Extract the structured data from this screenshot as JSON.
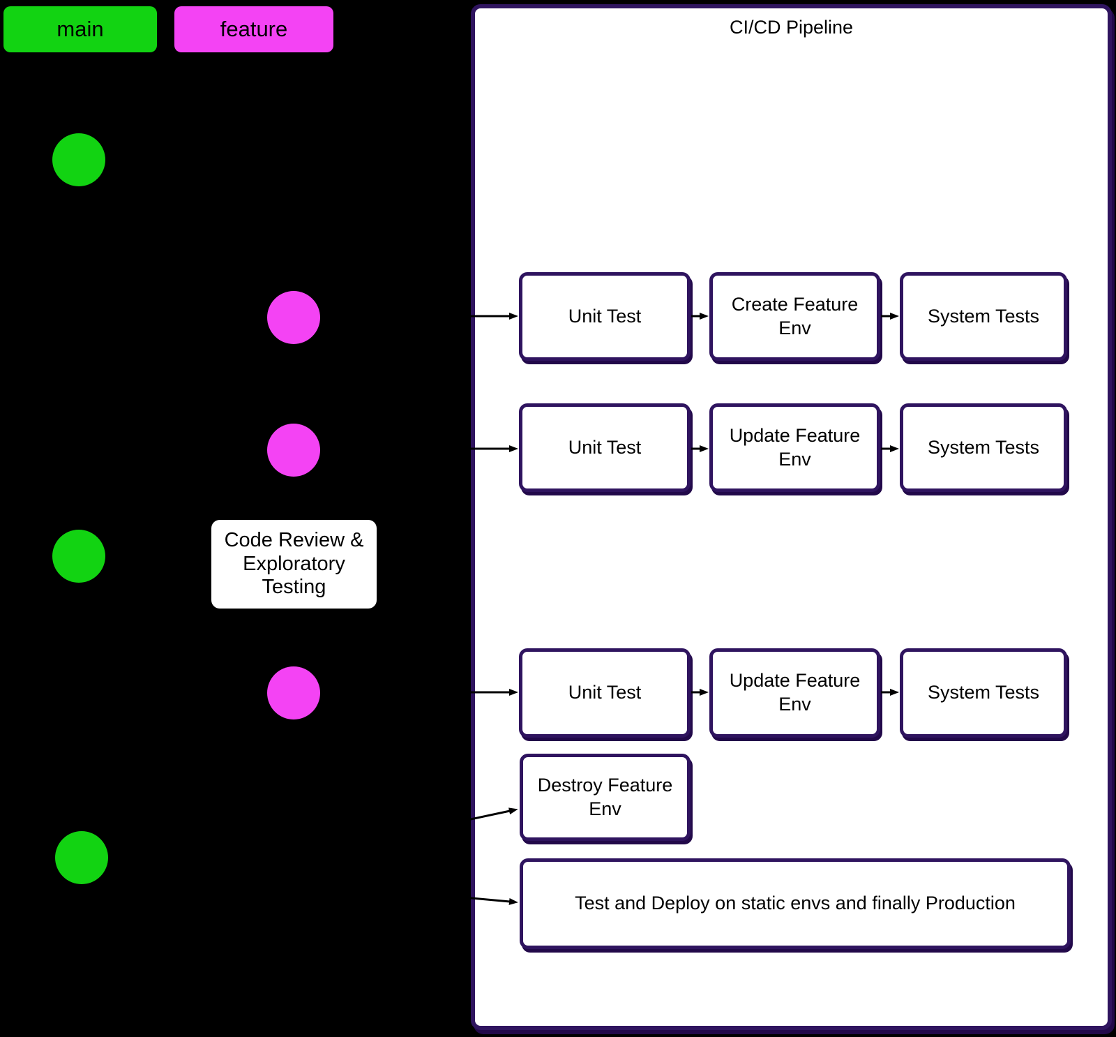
{
  "diagram": {
    "background_color": "#000000",
    "legend": {
      "main_label": "main",
      "feature_label": "feature"
    },
    "branches": {
      "main_color": "#12d312",
      "feature_color": "#f443f4",
      "main_commit_count": 3,
      "feature_commit_count": 3
    },
    "annotation": {
      "text": "Code Review & Exploratory Testing"
    },
    "pipeline": {
      "title": "CI/CD Pipeline",
      "border_color": "#2f145f",
      "runs": [
        {
          "steps": [
            "Unit Test",
            "Create Feature Env",
            "System Tests"
          ]
        },
        {
          "steps": [
            "Unit Test",
            "Update Feature Env",
            "System Tests"
          ]
        },
        {
          "steps": [
            "Unit Test",
            "Update Feature Env",
            "System Tests"
          ]
        },
        {
          "steps": [
            "Destroy Feature Env"
          ]
        },
        {
          "steps": [
            "Test and Deploy on static envs and finally Production"
          ]
        }
      ]
    }
  }
}
